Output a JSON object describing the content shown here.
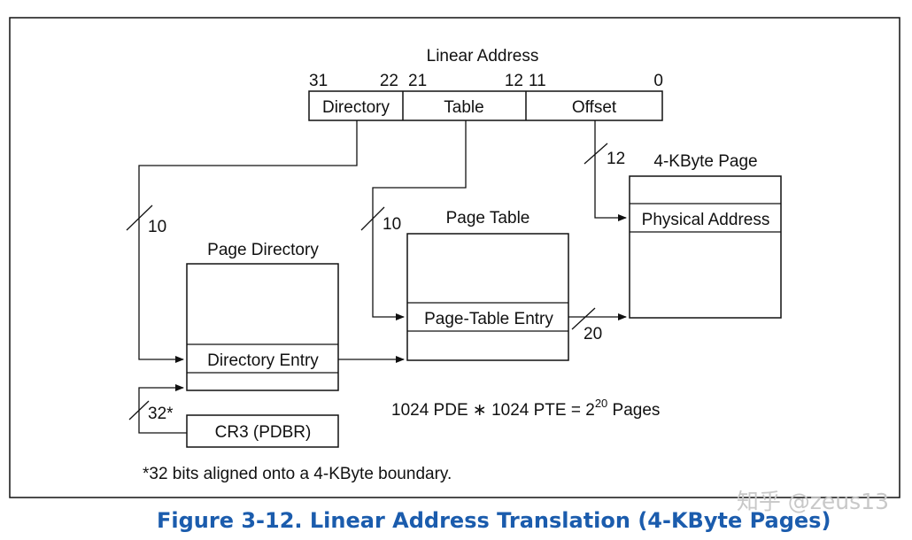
{
  "diagram": {
    "title": "Linear Address",
    "bits": {
      "b31": "31",
      "b22": "22",
      "b21": "21",
      "b12": "12",
      "b11": "11",
      "b0": "0"
    },
    "fields": {
      "directory": "Directory",
      "table": "Table",
      "offset": "Offset"
    },
    "page_directory": {
      "title": "Page Directory",
      "entry": "Directory Entry"
    },
    "page_table": {
      "title": "Page Table",
      "entry": "Page-Table Entry"
    },
    "page": {
      "title": "4-KByte Page",
      "entry": "Physical Address"
    },
    "cr3": "CR3 (PDBR)",
    "widths": {
      "dir": "10",
      "table": "10",
      "offset": "12",
      "pte_out": "20",
      "cr3": "32*"
    },
    "formula": {
      "base": "1024 PDE ∗ 1024 PTE = 2",
      "exp": "20",
      "tail": " Pages"
    },
    "footnote": "*32 bits aligned onto a 4-KByte boundary.",
    "colors": {
      "line": "#111111",
      "caption": "#1b5cad",
      "watermark": "#c8c8c8"
    }
  },
  "caption": "Figure 3-12.  Linear Address Translation (4-KByte Pages)",
  "watermark": "知乎 @zeus13"
}
